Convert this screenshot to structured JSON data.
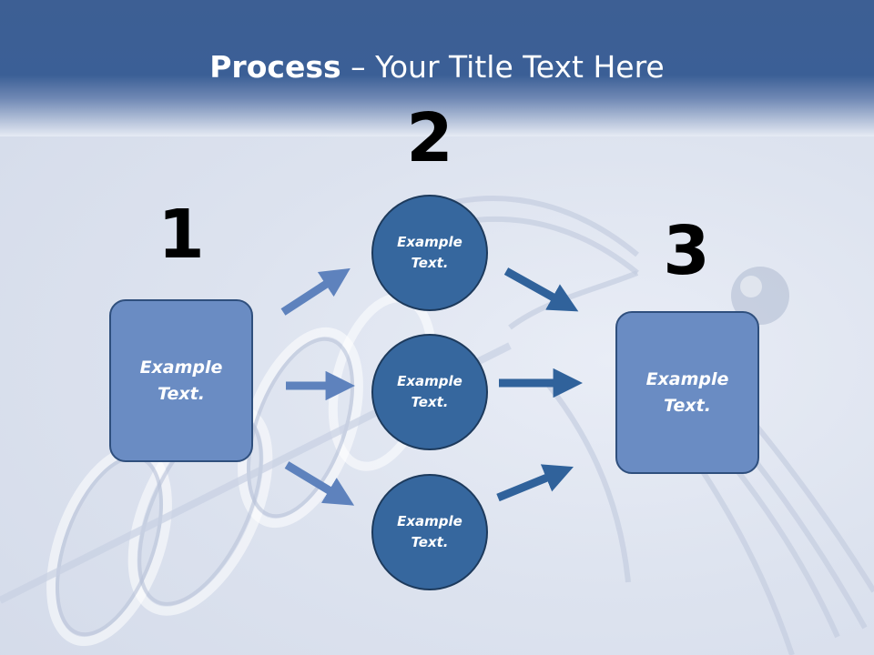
{
  "header": {
    "title_bold": "Process",
    "title_rest": " – Your Title Text Here"
  },
  "steps": {
    "one": {
      "number": "1",
      "box_text": [
        "Example",
        "Text."
      ]
    },
    "two": {
      "number": "2",
      "circles": [
        {
          "text": [
            "Example",
            "Text."
          ]
        },
        {
          "text": [
            "Example",
            "Text."
          ]
        },
        {
          "text": [
            "Example",
            "Text."
          ]
        }
      ]
    },
    "three": {
      "number": "3",
      "box_text": [
        "Example",
        "Text."
      ]
    }
  },
  "colors": {
    "header_blue": "#3b5f96",
    "box_fill": "#6a8cc3",
    "circle_fill": "#36679e",
    "arrow_left": "#5e82bd",
    "arrow_right": "#30629b"
  },
  "icons": {
    "arrow": "right-arrow-icon",
    "background": "caduceus-illustration"
  }
}
